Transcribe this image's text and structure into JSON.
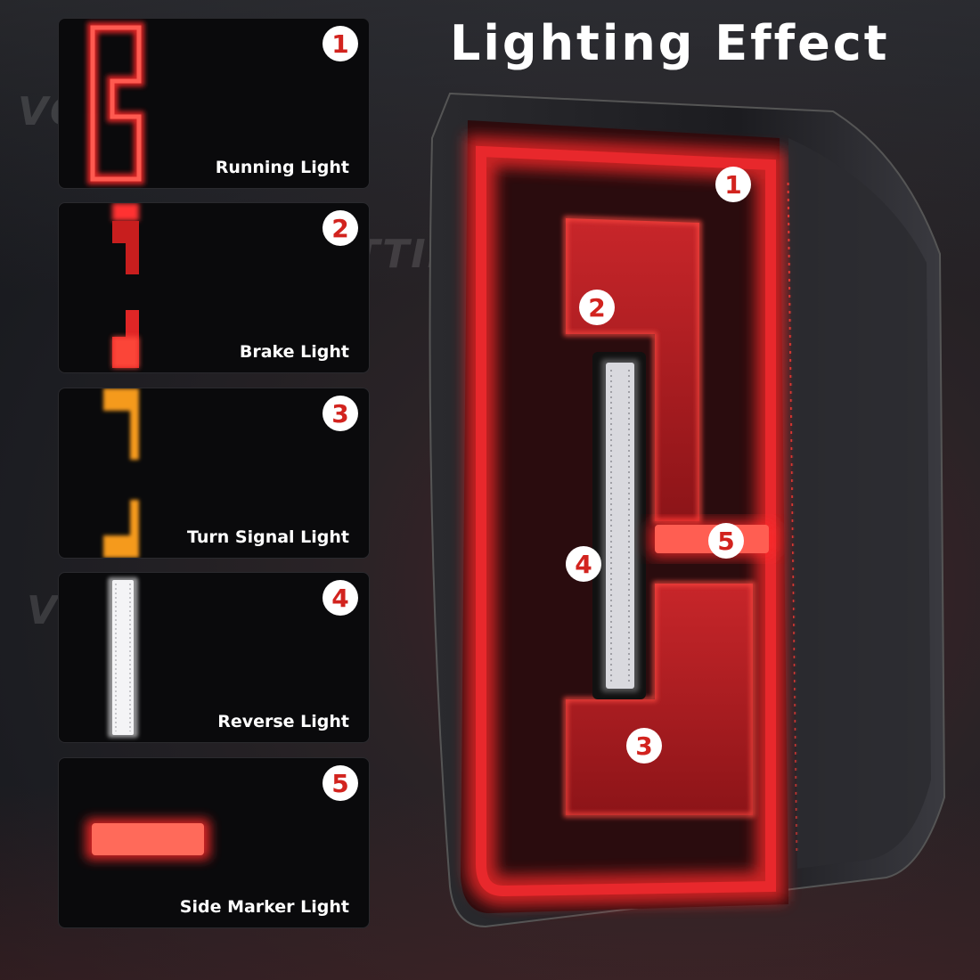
{
  "title": "Lighting Effect",
  "watermark": "VGETTING",
  "panels": [
    {
      "number": "1",
      "label": "Running Light"
    },
    {
      "number": "2",
      "label": "Brake Light"
    },
    {
      "number": "3",
      "label": "Turn Signal Light"
    },
    {
      "number": "4",
      "label": "Reverse Light"
    },
    {
      "number": "5",
      "label": "Side Marker Light"
    }
  ],
  "callouts": [
    "1",
    "2",
    "5",
    "4",
    "3"
  ],
  "colors": {
    "red_glow": "#ff2a2a",
    "amber": "#f59a1b",
    "white_led": "#f2f2f2",
    "badge_bg": "#ffffff",
    "badge_text": "#d2231e"
  }
}
